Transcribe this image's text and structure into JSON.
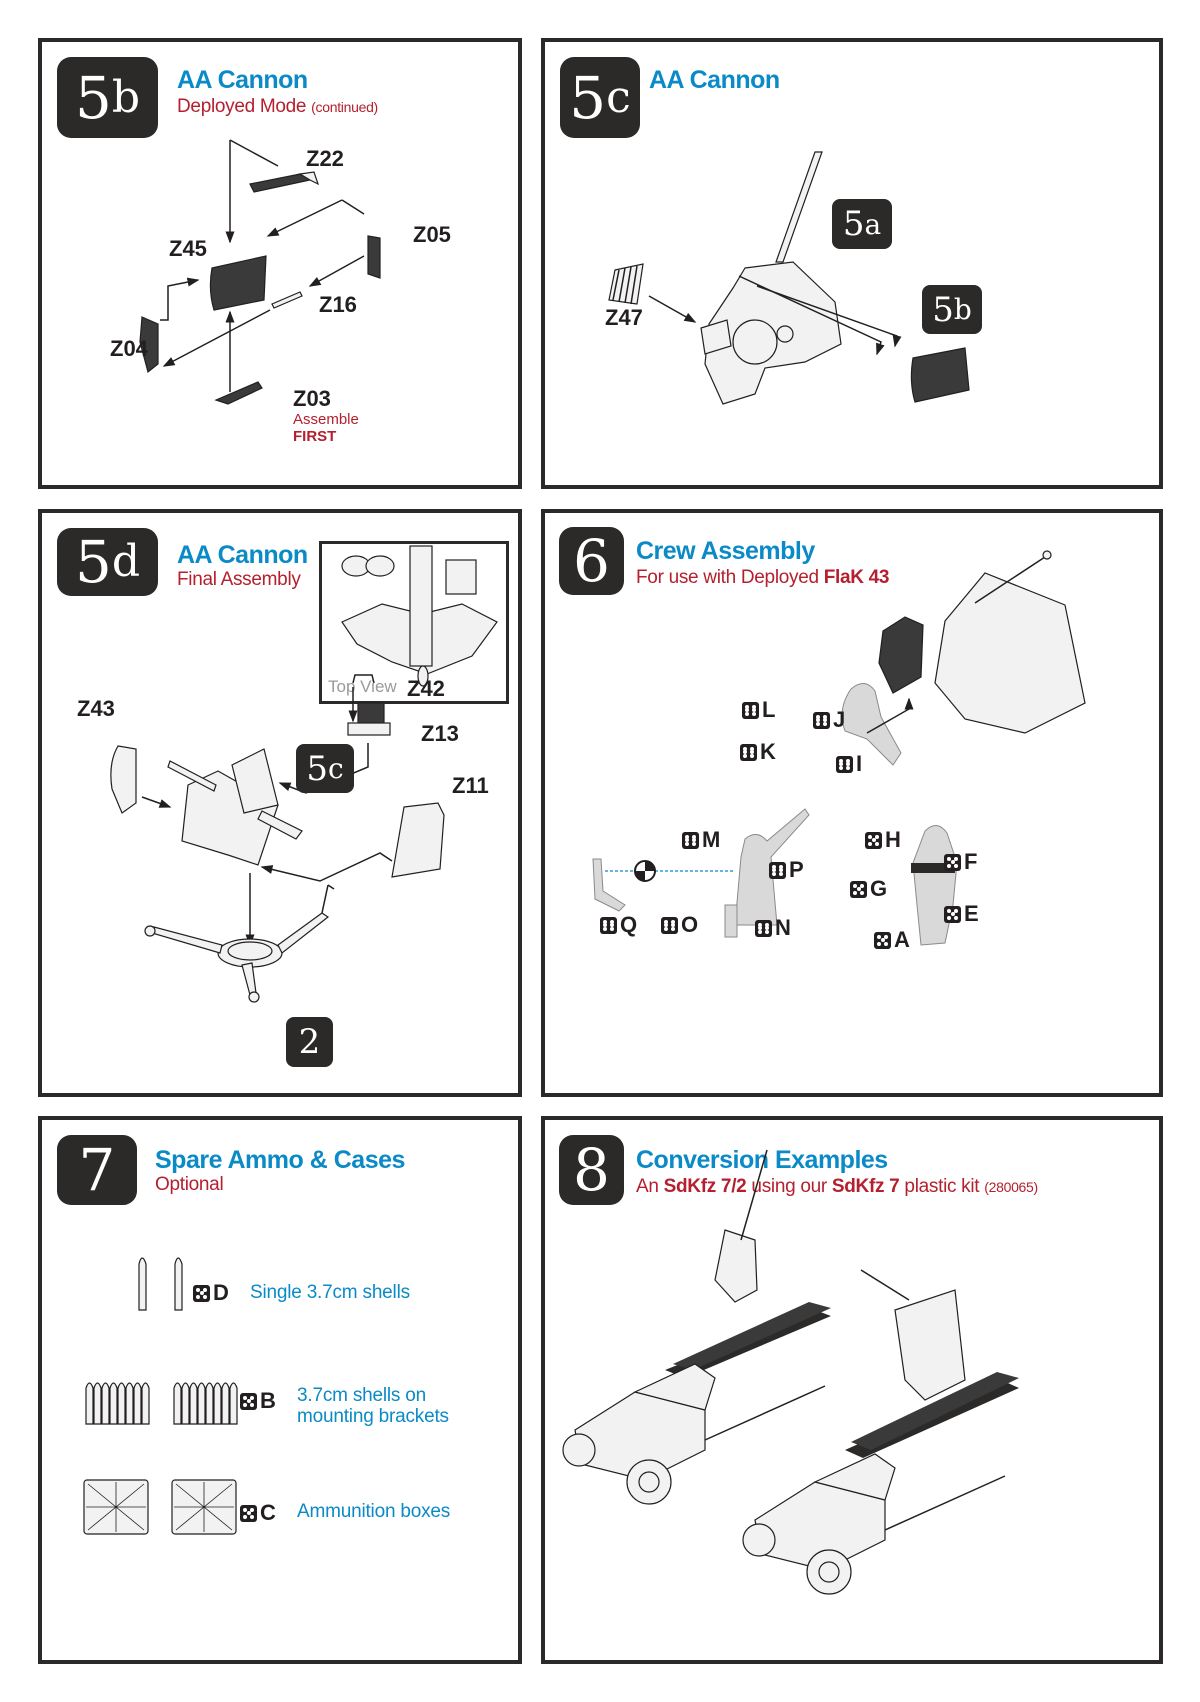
{
  "panels": {
    "p5b": {
      "badge": {
        "num": "5",
        "suffix": "b"
      },
      "title": "AA Cannon",
      "subtitle": "Deployed Mode",
      "subtitle_note": "(continued)",
      "parts": [
        "Z22",
        "Z45",
        "Z05",
        "Z16",
        "Z04",
        "Z03"
      ],
      "note_line1": "Assemble",
      "note_line2": "FIRST"
    },
    "p5c": {
      "badge": {
        "num": "5",
        "suffix": "c"
      },
      "title": "AA Cannon",
      "parts": [
        "Z47"
      ],
      "refs": [
        {
          "num": "5",
          "suffix": "a"
        },
        {
          "num": "5",
          "suffix": "b"
        }
      ]
    },
    "p5d": {
      "badge": {
        "num": "5",
        "suffix": "d"
      },
      "title": "AA Cannon",
      "subtitle": "Final Assembly",
      "inset_caption": "Top View",
      "parts": [
        "Z43",
        "Z42",
        "Z13",
        "Z11"
      ],
      "refs": [
        {
          "num": "5",
          "suffix": "c"
        },
        {
          "num": "2",
          "suffix": ""
        }
      ]
    },
    "p6": {
      "badge": {
        "num": "6",
        "suffix": ""
      },
      "title": "Crew Assembly",
      "subtitle_pre": "For use with Deployed ",
      "subtitle_bold": "FlaK 43",
      "sprues": [
        {
          "letter": "L",
          "dice": 6
        },
        {
          "letter": "J",
          "dice": 6
        },
        {
          "letter": "K",
          "dice": 6
        },
        {
          "letter": "I",
          "dice": 6
        },
        {
          "letter": "M",
          "dice": 6
        },
        {
          "letter": "P",
          "dice": 6
        },
        {
          "letter": "Q",
          "dice": 6
        },
        {
          "letter": "O",
          "dice": 6
        },
        {
          "letter": "N",
          "dice": 6
        },
        {
          "letter": "H",
          "dice": 5
        },
        {
          "letter": "F",
          "dice": 5
        },
        {
          "letter": "G",
          "dice": 5
        },
        {
          "letter": "E",
          "dice": 5
        },
        {
          "letter": "A",
          "dice": 5
        }
      ]
    },
    "p7": {
      "badge": {
        "num": "7",
        "suffix": ""
      },
      "title": "Spare Ammo & Cases",
      "subtitle": "Optional",
      "items": [
        {
          "sprue": "D",
          "dice": 5,
          "desc_line1": "Single 3.7cm shells",
          "desc_line2": ""
        },
        {
          "sprue": "B",
          "dice": 5,
          "desc_line1": "3.7cm shells on",
          "desc_line2": "mounting brackets"
        },
        {
          "sprue": "C",
          "dice": 5,
          "desc_line1": "Ammunition boxes",
          "desc_line2": ""
        }
      ]
    },
    "p8": {
      "badge": {
        "num": "8",
        "suffix": ""
      },
      "title": "Conversion Examples",
      "sub_1": "An ",
      "sub_2": "SdKfz 7/2",
      "sub_3": " using our ",
      "sub_4": "SdKfz 7",
      "sub_5": " plastic kit ",
      "sub_6": "(280065)"
    }
  },
  "colors": {
    "heading_blue": "#0a8ac6",
    "subtitle_red": "#b5202e",
    "badge_dark": "#2b2a29"
  }
}
